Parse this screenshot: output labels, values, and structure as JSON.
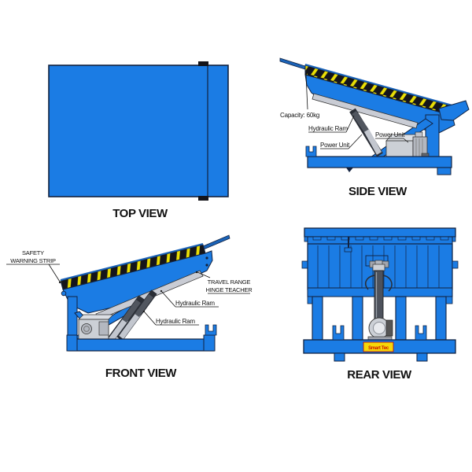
{
  "colors": {
    "body_blue": "#1b7ce4",
    "outline_dark": "#122240",
    "hazard_black": "#15151a",
    "hazard_yellow": "#eadf05",
    "gray_light": "#ccd0d6",
    "gray_dark": "#51565f",
    "logo_bg": "#f6d70a",
    "logo_red": "#cc1100"
  },
  "views": {
    "top": {
      "title": "TOP VIEW"
    },
    "side": {
      "title": "SIDE VIEW",
      "labels": {
        "capacity": "Capacity: 60kg",
        "hydraulic_ram": "Hydraulic Ram",
        "power_unit_1": "Power Unit",
        "power_unit_2": "Power Unit"
      }
    },
    "front": {
      "title": "FRONT VIEW",
      "labels": {
        "safety_1": "SAFETY",
        "safety_2": "WARNING STRIP",
        "travel_1": "TRAVEL RANGE",
        "travel_2": "HINGE TEACHER",
        "hydraulic_ram_1": "Hydraulic Ram",
        "hydraulic_ram_2": "Hydraulic Ram"
      }
    },
    "rear": {
      "title": "REAR VIEW",
      "logo": "Smart Tec"
    }
  }
}
